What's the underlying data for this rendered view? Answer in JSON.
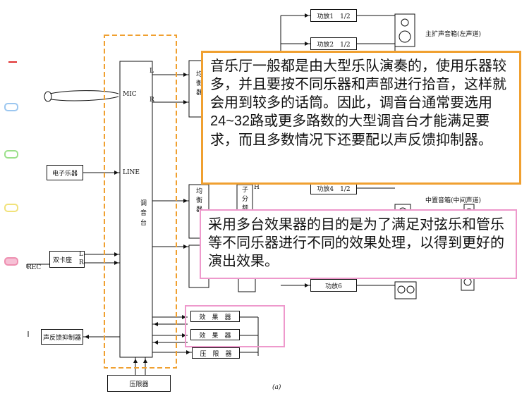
{
  "colors": {
    "orange": "#f0a030",
    "pink": "#ee99cc",
    "tab_blue": "#9cc7f0",
    "tab_green": "#9be08a",
    "tab_yellow": "#f1e27a",
    "tab_pink": "#ee8fb0",
    "red_mark": "#e03030"
  },
  "diagram": {
    "mixer_label": "调\n音\n台",
    "port_mic": "MIC",
    "port_line": "LINE",
    "port_L": "L",
    "port_R": "R",
    "source_electronic": "电子乐器",
    "source_cassette": "双卡座",
    "cassette_L": "L",
    "cassette_R": "R",
    "rec": "REC",
    "feedback_suppressor": "声反馈抑制器",
    "limiter_bottom": "压限器",
    "effects_1": "效　果　器",
    "effects_2": "效　果　器",
    "limiter_right": "压　限　器",
    "eq_top": "均\n衡\n器",
    "eq_mid": "均\n衡\n器",
    "crossover_top": "子\n分\n频",
    "amp1": "功放1　1/2",
    "amp2": "功放2　1/2",
    "amp4": "功放4　1/2",
    "amp6": "功放6",
    "main_speaker_left": "主扩声音箱(左声道)",
    "center_speaker": "中置音箱(中间声道)",
    "h_mark": "H",
    "caption": "(a)"
  },
  "callouts": {
    "orange_text_part1": "音乐厅一般都是由大型乐队演奏的，使用乐器较多，并且要按不同乐器和声部进行拾音，这样就会用到较多的话筒。因此，调音台通常要选用",
    "orange_highlight": "24~32",
    "orange_text_part2": "路或更多路数的大型调音台才能满足要求，而且多数情况下还要配以声反馈抑制器。",
    "pink_text": "采用多台效果器的目的是为了满足对弦乐和管乐等不同乐器进行不同的效果处理，以得到更好的演出效果。"
  }
}
